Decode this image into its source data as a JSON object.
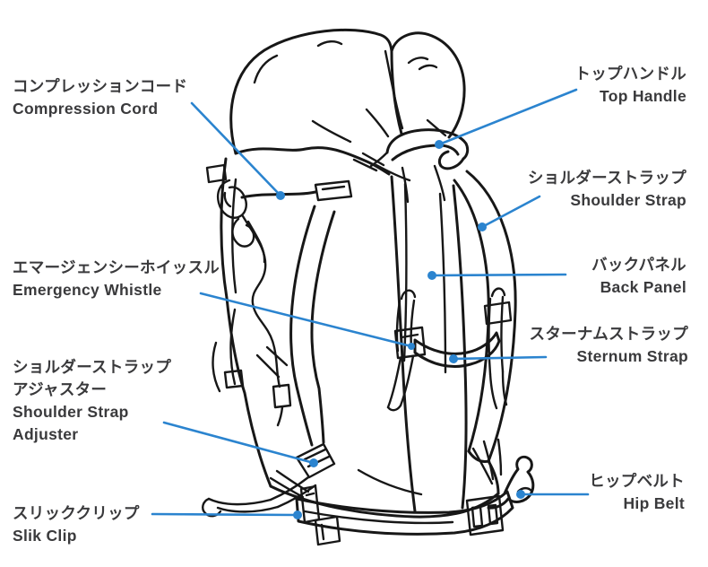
{
  "style": {
    "background": "#ffffff",
    "leader_color": "#2b84cf",
    "text_color": "#3a3a3c",
    "art_color": "#171717"
  },
  "labels": {
    "compression_cord": {
      "jp": "コンプレッションコード",
      "en": "Compression Cord"
    },
    "top_handle": {
      "jp": "トップハンドル",
      "en": "Top Handle"
    },
    "shoulder_strap": {
      "jp": "ショルダーストラップ",
      "en": "Shoulder Strap"
    },
    "back_panel": {
      "jp": "バックパネル",
      "en": "Back Panel"
    },
    "emergency_whistle": {
      "jp": "エマージェンシーホイッスル",
      "en": "Emergency Whistle"
    },
    "sternum_strap": {
      "jp": "スターナムストラップ",
      "en": "Sternum Strap"
    },
    "shoulder_strap_adjuster": {
      "jp1": "ショルダーストラップ",
      "jp2": "アジャスター",
      "en1": "Shoulder Strap",
      "en2": "Adjuster"
    },
    "hip_belt": {
      "jp": "ヒップベルト",
      "en": "Hip Belt"
    },
    "slik_clip": {
      "jp": "スリッククリップ",
      "en": "Slik Clip"
    }
  }
}
